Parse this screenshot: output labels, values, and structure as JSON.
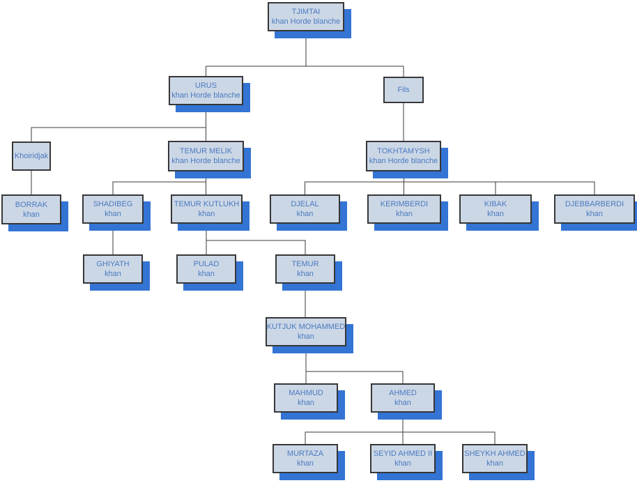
{
  "diagram": {
    "type": "family-tree-org-chart",
    "subject": "Khans of the White Horde (Horde blanche) genealogy"
  },
  "colors": {
    "box_fill": "#ccd7e6",
    "box_border": "#373737",
    "shadow": "#3374d4",
    "text": "#4a7abf",
    "line": "#3a3a3a",
    "background": "#ffffff"
  },
  "nodes": [
    {
      "id": "tjimtai",
      "name": "TJIMTAI",
      "subtitle": "khan Horde blanche"
    },
    {
      "id": "urus",
      "name": "URUS",
      "subtitle": "khan Horde blanche"
    },
    {
      "id": "fils",
      "name": "Fils",
      "subtitle": ""
    },
    {
      "id": "khoiridjak",
      "name": "Khoiridjak",
      "subtitle": ""
    },
    {
      "id": "temur_melik",
      "name": "TEMUR MELIK",
      "subtitle": "khan Horde blanche"
    },
    {
      "id": "tokhtamysh",
      "name": "TOKHTAMYSH",
      "subtitle": "khan Horde blanche"
    },
    {
      "id": "borrak",
      "name": "BORRAK",
      "subtitle": "khan"
    },
    {
      "id": "shadibeg",
      "name": "SHADIBEG",
      "subtitle": "khan"
    },
    {
      "id": "temur_kutlukh",
      "name": "TEMUR KUTLUKH",
      "subtitle": "khan"
    },
    {
      "id": "djelal",
      "name": "DJELAL",
      "subtitle": "khan"
    },
    {
      "id": "kerimberdi",
      "name": "KERIMBERDI",
      "subtitle": "khan"
    },
    {
      "id": "kibak",
      "name": "KIBAK",
      "subtitle": "khan"
    },
    {
      "id": "djebbarberdi",
      "name": "DJEBBARBERDI",
      "subtitle": "khan"
    },
    {
      "id": "ghiyath",
      "name": "GHIYATH",
      "subtitle": "khan"
    },
    {
      "id": "pulad",
      "name": "PULAD",
      "subtitle": "khan"
    },
    {
      "id": "temur",
      "name": "TEMUR",
      "subtitle": "khan"
    },
    {
      "id": "kutjuk_mohammed",
      "name": "KUTJUK MOHAMMED",
      "subtitle": "khan"
    },
    {
      "id": "mahmud",
      "name": "MAHMUD",
      "subtitle": "khan"
    },
    {
      "id": "ahmed",
      "name": "AHMED",
      "subtitle": "khan"
    },
    {
      "id": "murtaza",
      "name": "MURTAZA",
      "subtitle": "khan"
    },
    {
      "id": "seyid_ahmed_ii",
      "name": "SEYID AHMED II",
      "subtitle": "khan"
    },
    {
      "id": "sheykh_ahmed",
      "name": "SHEYKH AHMED",
      "subtitle": "khan"
    }
  ],
  "relations": [
    {
      "parent": "tjimtai",
      "child": "urus"
    },
    {
      "parent": "tjimtai",
      "child": "fils"
    },
    {
      "parent": "urus",
      "child": "khoiridjak"
    },
    {
      "parent": "urus",
      "child": "temur_melik"
    },
    {
      "parent": "fils",
      "child": "tokhtamysh"
    },
    {
      "parent": "khoiridjak",
      "child": "borrak"
    },
    {
      "parent": "temur_melik",
      "child": "shadibeg"
    },
    {
      "parent": "temur_melik",
      "child": "temur_kutlukh"
    },
    {
      "parent": "tokhtamysh",
      "child": "djelal"
    },
    {
      "parent": "tokhtamysh",
      "child": "kerimberdi"
    },
    {
      "parent": "tokhtamysh",
      "child": "kibak"
    },
    {
      "parent": "tokhtamysh",
      "child": "djebbarberdi"
    },
    {
      "parent": "shadibeg",
      "child": "ghiyath"
    },
    {
      "parent": "temur_kutlukh",
      "child": "pulad"
    },
    {
      "parent": "temur_kutlukh",
      "child": "temur"
    },
    {
      "parent": "temur",
      "child": "kutjuk_mohammed"
    },
    {
      "parent": "kutjuk_mohammed",
      "child": "mahmud"
    },
    {
      "parent": "kutjuk_mohammed",
      "child": "ahmed"
    },
    {
      "parent": "ahmed",
      "child": "murtaza"
    },
    {
      "parent": "ahmed",
      "child": "seyid_ahmed_ii"
    },
    {
      "parent": "ahmed",
      "child": "sheykh_ahmed"
    }
  ]
}
